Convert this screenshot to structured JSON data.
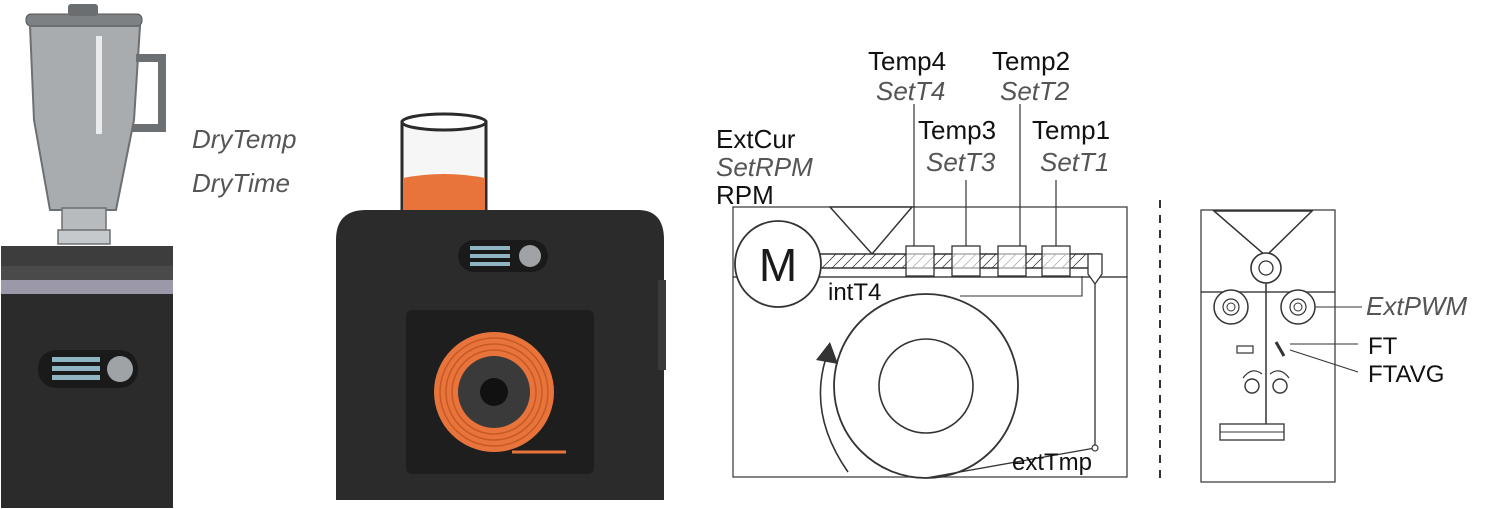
{
  "dryer": {
    "params": [
      "DryTemp",
      "DryTime"
    ]
  },
  "extruder": {
    "motor_symbol": "M",
    "motor_labels": {
      "measured": "ExtCur",
      "setpoint": "SetRPM",
      "speed": "RPM"
    },
    "zones": [
      {
        "measured": "Temp4",
        "setpoint": "SetT4"
      },
      {
        "measured": "Temp3",
        "setpoint": "SetT3"
      },
      {
        "measured": "Temp2",
        "setpoint": "SetT2"
      },
      {
        "measured": "Temp1",
        "setpoint": "SetT1"
      }
    ],
    "internal_temp": "intT4",
    "external_temp": "extTmp"
  },
  "puller": {
    "pwm": "ExtPWM",
    "filament_thickness": "FT",
    "filament_thickness_avg": "FTAVG"
  },
  "colors": {
    "body_dark": "#2b2b2b",
    "hopper_grey": "#a9acae",
    "filament_orange": "#e8743b",
    "lavender_band": "#9b98aa",
    "panel_blue": "#8fb5c2",
    "line": "#333333"
  }
}
